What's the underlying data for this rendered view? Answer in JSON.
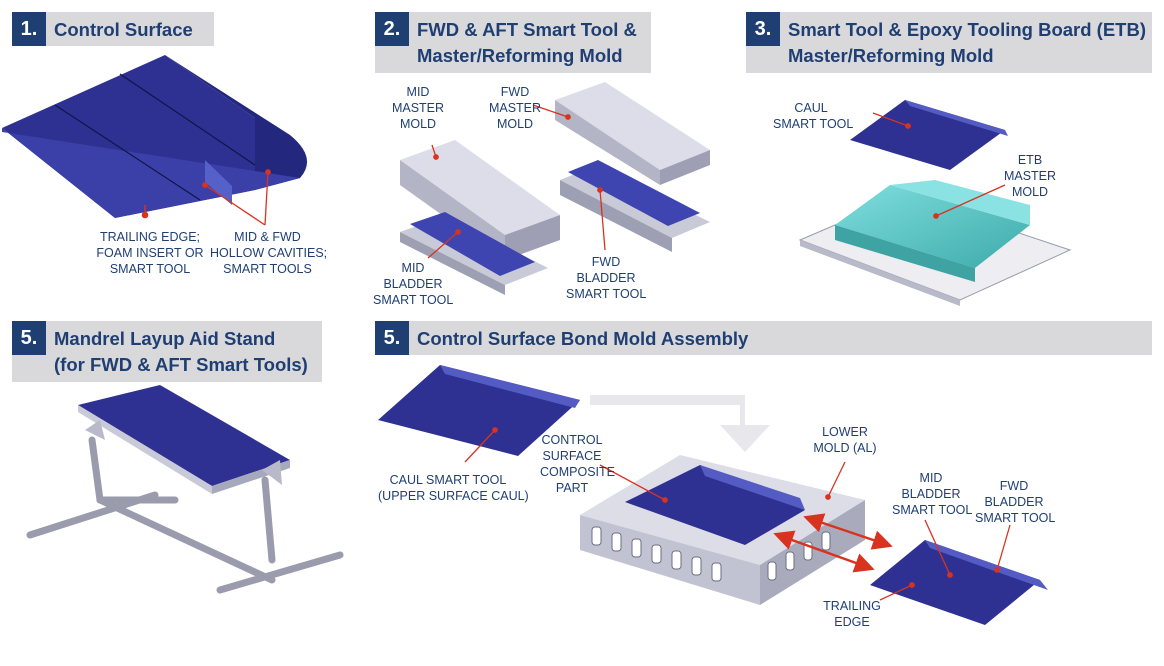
{
  "colors": {
    "header_bg": "#d9d9db",
    "header_text": "#1f3f73",
    "badge": "#1f3f73",
    "label": "#1f3f73",
    "tool_blue": "#2e3192",
    "mold_gray": "#c9cad8",
    "etb_teal": "#5fc9c9",
    "arrow_red": "#d9321f"
  },
  "panels": [
    {
      "number": "1.",
      "title_lines": [
        "Control Surface"
      ]
    },
    {
      "number": "2.",
      "title_lines": [
        "FWD & AFT Smart Tool &",
        "Master/Reforming Mold"
      ]
    },
    {
      "number": "3.",
      "title_lines": [
        "Smart Tool & Epoxy Tooling Board (ETB)",
        "Master/Reforming Mold"
      ]
    },
    {
      "number": "5.",
      "title_lines": [
        "Mandrel Layup Aid Stand",
        "(for FWD & AFT Smart Tools)"
      ]
    },
    {
      "number": "5.",
      "title_lines": [
        "Control Surface Bond Mold Assembly"
      ]
    }
  ],
  "labels": {
    "p1_trailing_edge": [
      "TRAILING EDGE;",
      "FOAM INSERT OR",
      "SMART TOOL"
    ],
    "p1_cavities": [
      "MID & FWD",
      "HOLLOW CAVITIES;",
      "SMART TOOLS"
    ],
    "p2_mid_master": [
      "MID",
      "MASTER",
      "MOLD"
    ],
    "p2_fwd_master": [
      "FWD",
      "MASTER",
      "MOLD"
    ],
    "p2_mid_bladder": [
      "MID",
      "BLADDER",
      "SMART TOOL"
    ],
    "p2_fwd_bladder": [
      "FWD",
      "BLADDER",
      "SMART TOOL"
    ],
    "p3_caul": [
      "CAUL",
      "SMART TOOL"
    ],
    "p3_etb": [
      "ETB",
      "MASTER",
      "MOLD"
    ],
    "p5_caul": [
      "CAUL SMART TOOL",
      "(UPPER SURFACE CAUL)"
    ],
    "p5_composite": [
      "CONTROL",
      "SURFACE",
      "COMPOSITE",
      "PART"
    ],
    "p5_lower_mold": [
      "LOWER",
      "MOLD (AL)"
    ],
    "p5_mid_bladder": [
      "MID",
      "BLADDER",
      "SMART TOOL"
    ],
    "p5_fwd_bladder": [
      "FWD",
      "BLADDER",
      "SMART TOOL"
    ],
    "p5_trailing_edge": [
      "TRAILING",
      "EDGE"
    ]
  }
}
